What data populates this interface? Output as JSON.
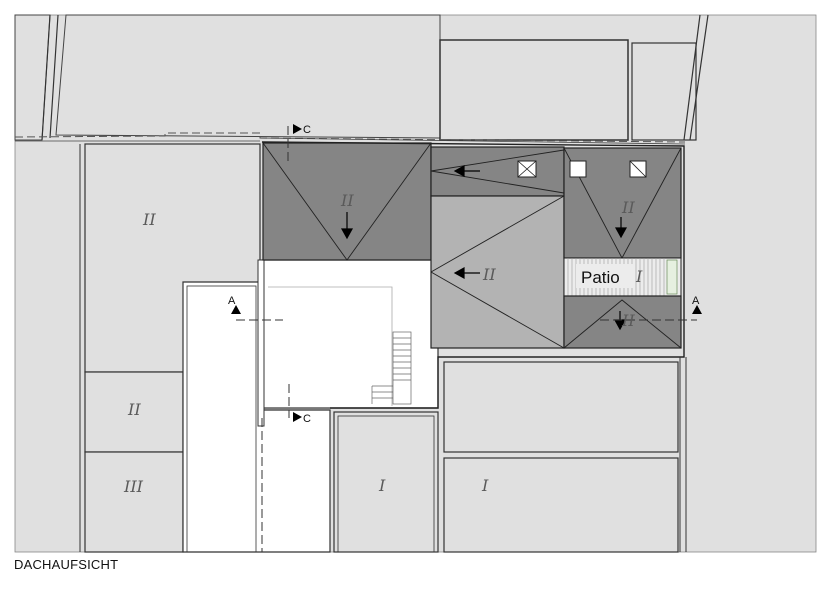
{
  "plan": {
    "caption": "DACHAUFSICHT",
    "patio_label": "Patio",
    "section_markers": {
      "a": "A",
      "c": "C"
    },
    "floor_labels": {
      "left_upper": "II",
      "left_middle": "II",
      "left_lower": "III",
      "roof_west": "II",
      "roof_center": "II",
      "roof_east": "II",
      "patio": "I",
      "roof_southeast": "II",
      "south_left": "I",
      "south_right": "I"
    },
    "colors": {
      "background": "#ffffff",
      "neighbor_fill": "#e0e0e0",
      "roof_dark": "#858585",
      "roof_light": "#b3b3b3",
      "line": "#333333",
      "patio_fill": "#ececec"
    }
  }
}
